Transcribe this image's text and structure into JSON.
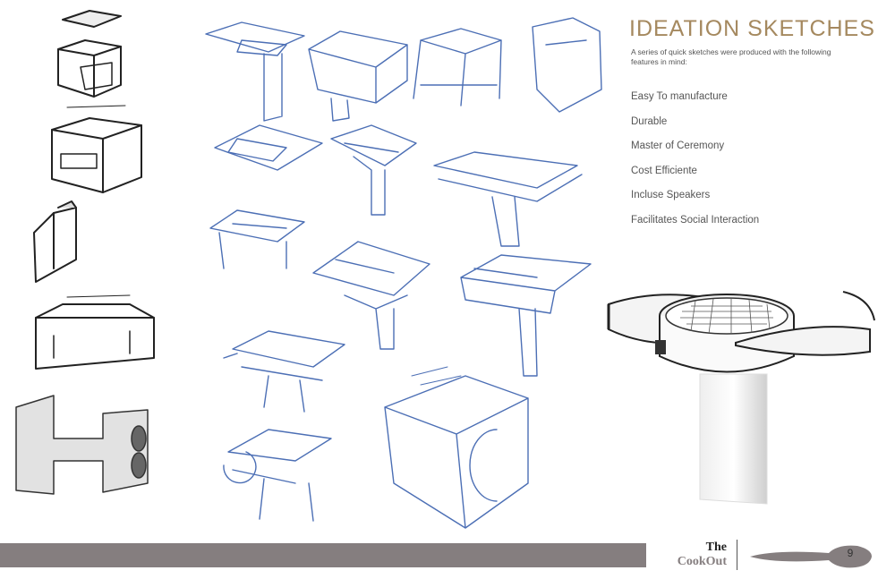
{
  "page": {
    "title": "IDEATION SKETCHES",
    "subtitle": "A series of quick sketches were produced with the following features in mind:",
    "features": [
      "Easy To manufacture",
      "Durable",
      "Master of Ceremony",
      "Cost Efficiente",
      "Incluse Speakers",
      "Facilitates Social Interaction"
    ],
    "brand_the": "The",
    "brand_cookout": "CookOut",
    "page_number": "9"
  },
  "colors": {
    "title": "#a5895f",
    "sketch_blue": "#4c6fb5",
    "footer_bar": "#857e7f"
  }
}
